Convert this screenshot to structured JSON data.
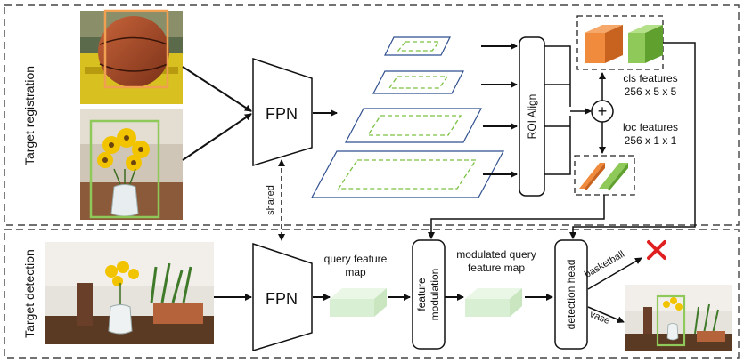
{
  "sections": {
    "registration": "Target registration",
    "detection": "Target detection"
  },
  "blocks": {
    "fpn_top": "FPN",
    "fpn_bottom": "FPN",
    "roi_align": "ROI Align",
    "feature_modulation_line1": "feature",
    "feature_modulation_line2": "modulation",
    "detection_head": "detection head",
    "plus": "+"
  },
  "labels": {
    "shared": "shared",
    "cls_features_title": "cls features",
    "cls_features_dims": "256 x 5 x 5",
    "loc_features_title": "loc features",
    "loc_features_dims": "256 x 1 x 1",
    "query_feature_map_line1": "query feature",
    "query_feature_map_line2": "map",
    "modulated_line1": "modulated query",
    "modulated_line2": "feature map",
    "basketball": "basketball",
    "vase": "vase"
  },
  "colors": {
    "orange": "#f08a3c",
    "green": "#8ec95a",
    "map_green": "#d9efd3",
    "pyramid_blue": "#2f4f8f",
    "dashed_green": "#7ac142",
    "reject_red": "#e02020"
  },
  "images": {
    "basketball_photo": "basketball-in-basket-image",
    "sunflower_photo": "sunflowers-in-vase-image",
    "query_photo": "room-with-flowers-image",
    "result_photo": "detected-vase-image"
  }
}
